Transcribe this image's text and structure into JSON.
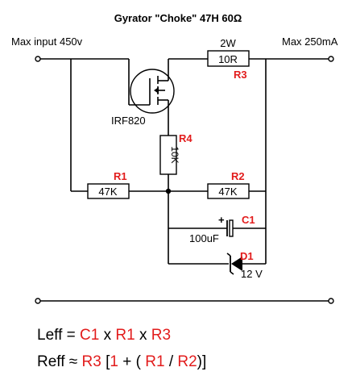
{
  "title": "Gyrator \"Choke\" 47H 60Ω",
  "labels": {
    "max_input": "Max input 450v",
    "max_output": "Max 250mA",
    "transistor": "IRF820"
  },
  "components": {
    "r1": {
      "ref": "R1",
      "value": "47K"
    },
    "r2": {
      "ref": "R2",
      "value": "47K"
    },
    "r3": {
      "ref": "R3",
      "value": "10R",
      "rating": "2W"
    },
    "r4": {
      "ref": "R4",
      "value": "10K"
    },
    "c1": {
      "ref": "C1",
      "value": "100uF",
      "polarity": "+"
    },
    "d1": {
      "ref": "D1",
      "value": "12 V"
    }
  },
  "formulas": {
    "leff": {
      "lhs": "Leff",
      "eq": "=",
      "t1": "C1",
      "x1": "x",
      "t2": "R1",
      "x2": "x",
      "t3": "R3"
    },
    "reff": {
      "lhs": "Reff",
      "eq": "≈",
      "t1": "R3",
      "open_bracket": "[",
      "one": "1",
      "plus": "+",
      "open_paren": "(",
      "t2": "R1",
      "div": "/",
      "t3": "R2",
      "close_paren": ")",
      "close_bracket": "]"
    }
  },
  "colors": {
    "accent_red": "#e21c1c",
    "ink": "#000000"
  }
}
